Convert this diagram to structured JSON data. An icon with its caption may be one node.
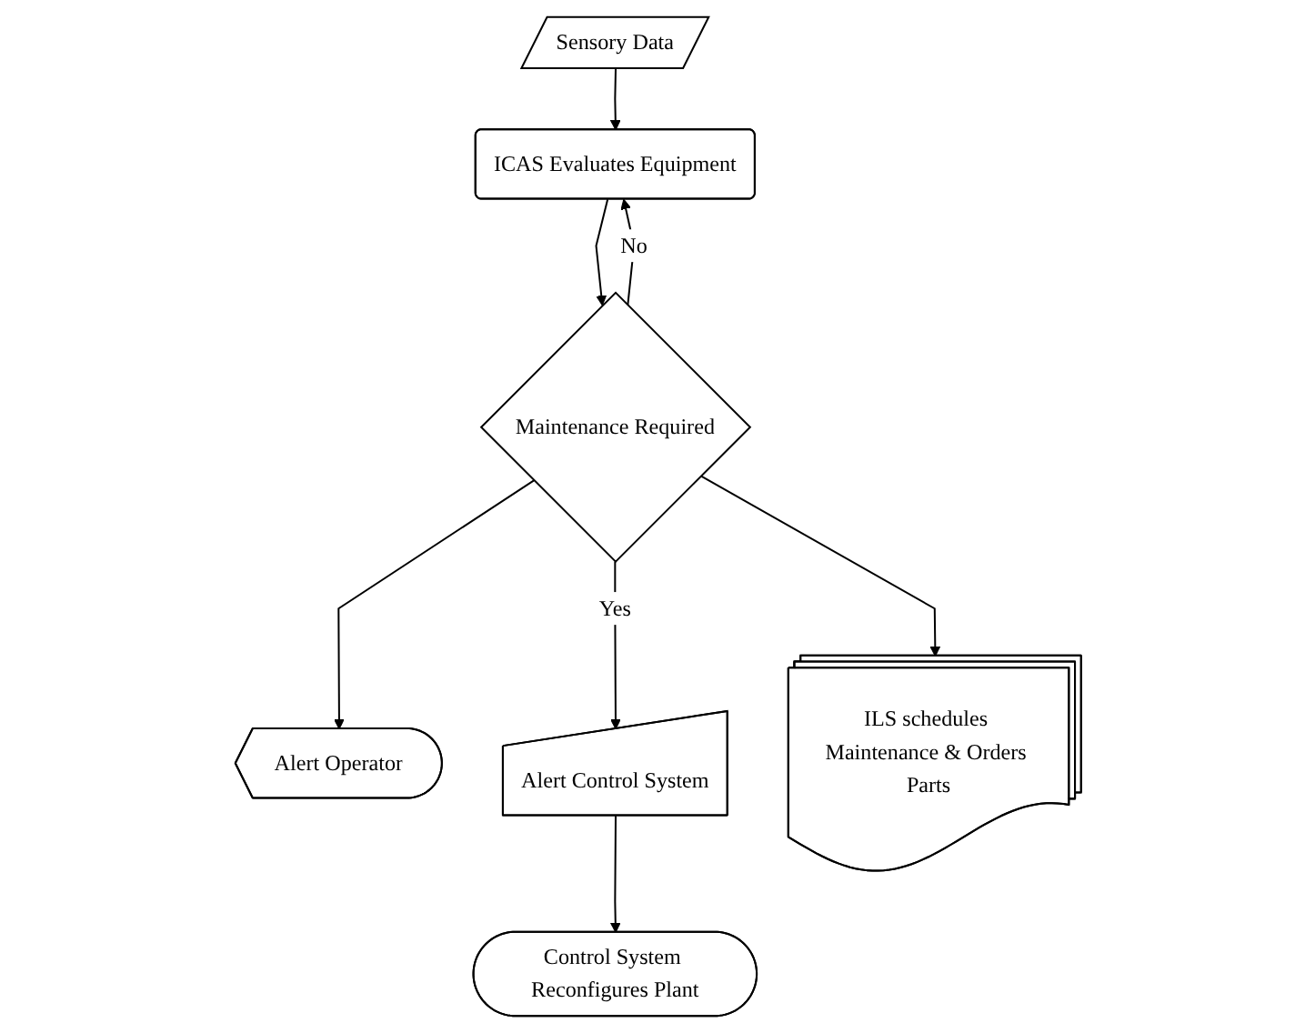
{
  "diagram": {
    "nodes": [
      {
        "text": [
          "Sensory Data"
        ]
      },
      {
        "text": [
          "ICAS Evaluates Equipment"
        ]
      },
      {
        "text": [
          "Maintenance Required"
        ]
      },
      {
        "text": [
          "Alert Operator"
        ]
      },
      {
        "text": [
          "Alert Control System"
        ]
      },
      {
        "text": [
          "ILS schedules Maintenance & Orders Parts"
        ]
      },
      {
        "text": [
          "Control System Reconfigures Plant"
        ]
      }
    ],
    "edges": [
      {
        "from": 0,
        "to": 1,
        "arrow": "to"
      },
      {
        "from": 1,
        "to": 2,
        "arrow": "to"
      },
      {
        "from": 2,
        "to": 1,
        "arrow": "to",
        "label": "No"
      },
      {
        "from": 2,
        "to": 3,
        "arrow": "to"
      },
      {
        "from": 2,
        "to": 4,
        "arrow": "to",
        "label": "Yes"
      },
      {
        "from": 2,
        "to": 5,
        "arrow": "to"
      },
      {
        "from": 4,
        "to": 6,
        "arrow": "to"
      }
    ]
  }
}
